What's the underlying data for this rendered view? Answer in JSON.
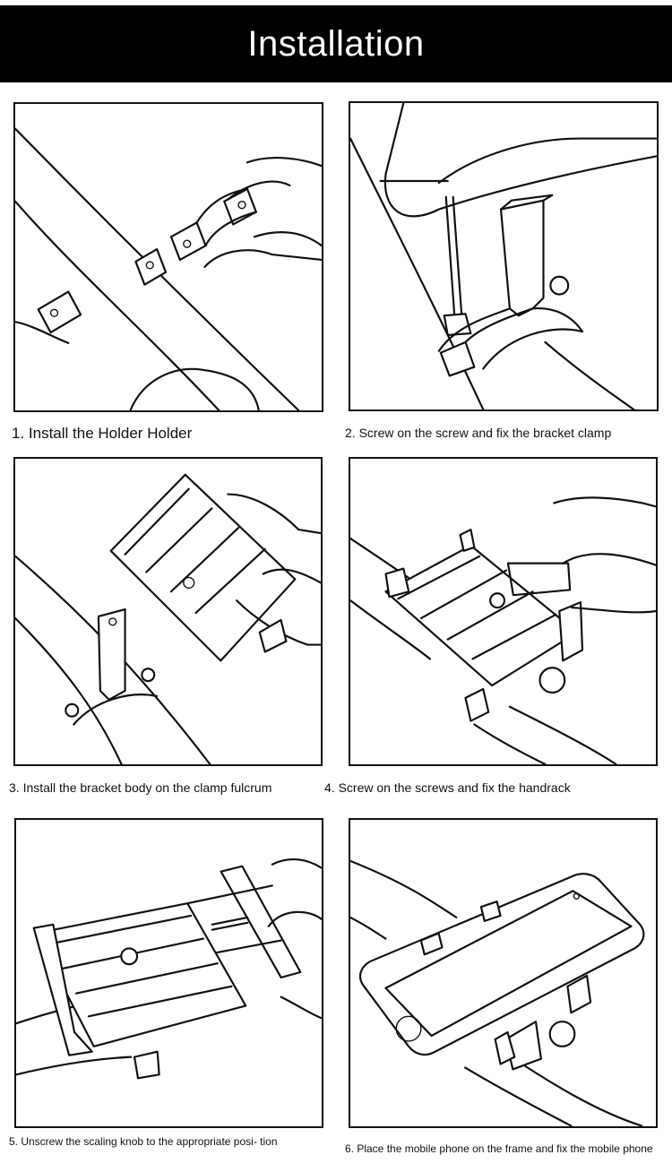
{
  "header": {
    "title": "Installation"
  },
  "steps": [
    {
      "caption": "1. Install the Holder Holder",
      "image": "hand-placing-clamp-on-bar"
    },
    {
      "caption": "2. Screw on the screw and fix the bracket clamp",
      "image": "hex-key-tightening-clamp"
    },
    {
      "caption": "3. Install the bracket body on the clamp fulcrum",
      "image": "hand-attaching-bracket-body"
    },
    {
      "caption": "4. Screw on the screws and fix the handrack",
      "image": "hex-key-fixing-handrack"
    },
    {
      "caption": "5. Unscrew the scaling knob to the appropriate posi- tion",
      "image": "hand-turning-scaling-knob"
    },
    {
      "caption": "6. Place the mobile phone on the frame and fix the mobile phone",
      "image": "phone-mounted-in-holder"
    }
  ],
  "colors": {
    "header_bg": "#000000",
    "header_text": "#ffffff",
    "line": "#111111",
    "background": "#ffffff"
  }
}
